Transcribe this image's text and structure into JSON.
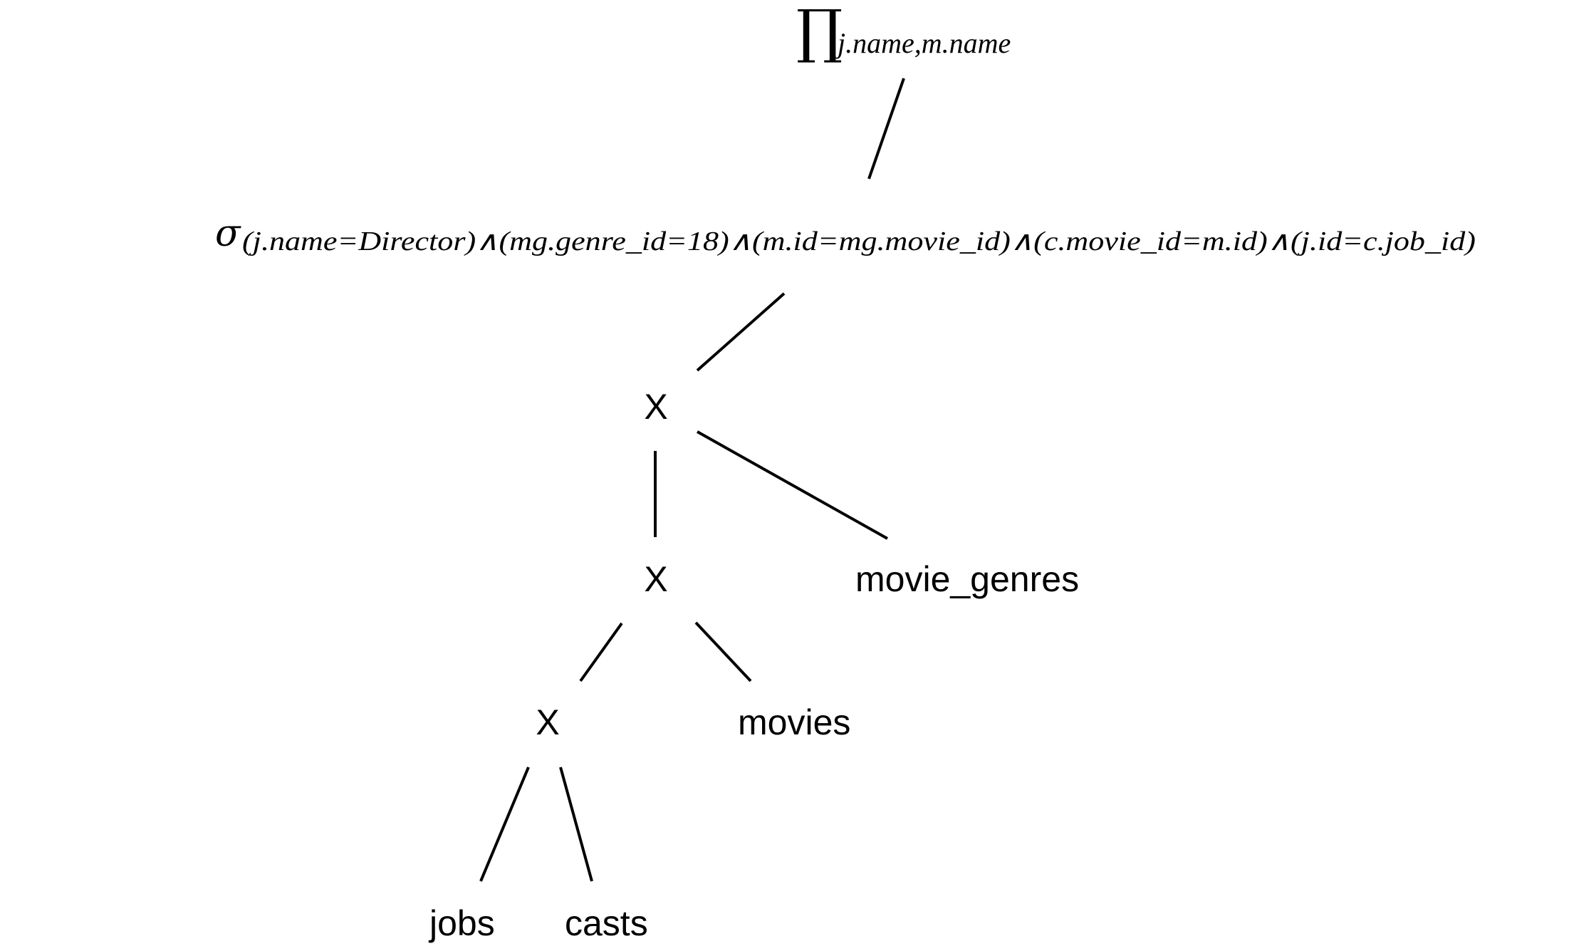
{
  "projection": {
    "symbol": "∏",
    "attributes": "j.name,m.name"
  },
  "selection": {
    "symbol": "σ",
    "condition": "(j.name=Director)∧(mg.genre_id=18)∧(m.id=mg.movie_id)∧(c.movie_id=m.id)∧(j.id=c.job_id)"
  },
  "cross_products": {
    "top": "X",
    "middle": "X",
    "bottom": "X"
  },
  "relations": {
    "movie_genres": "movie_genres",
    "movies": "movies",
    "jobs": "jobs",
    "casts": "casts"
  },
  "colors": {
    "ink": "#000000",
    "background": "#ffffff"
  }
}
